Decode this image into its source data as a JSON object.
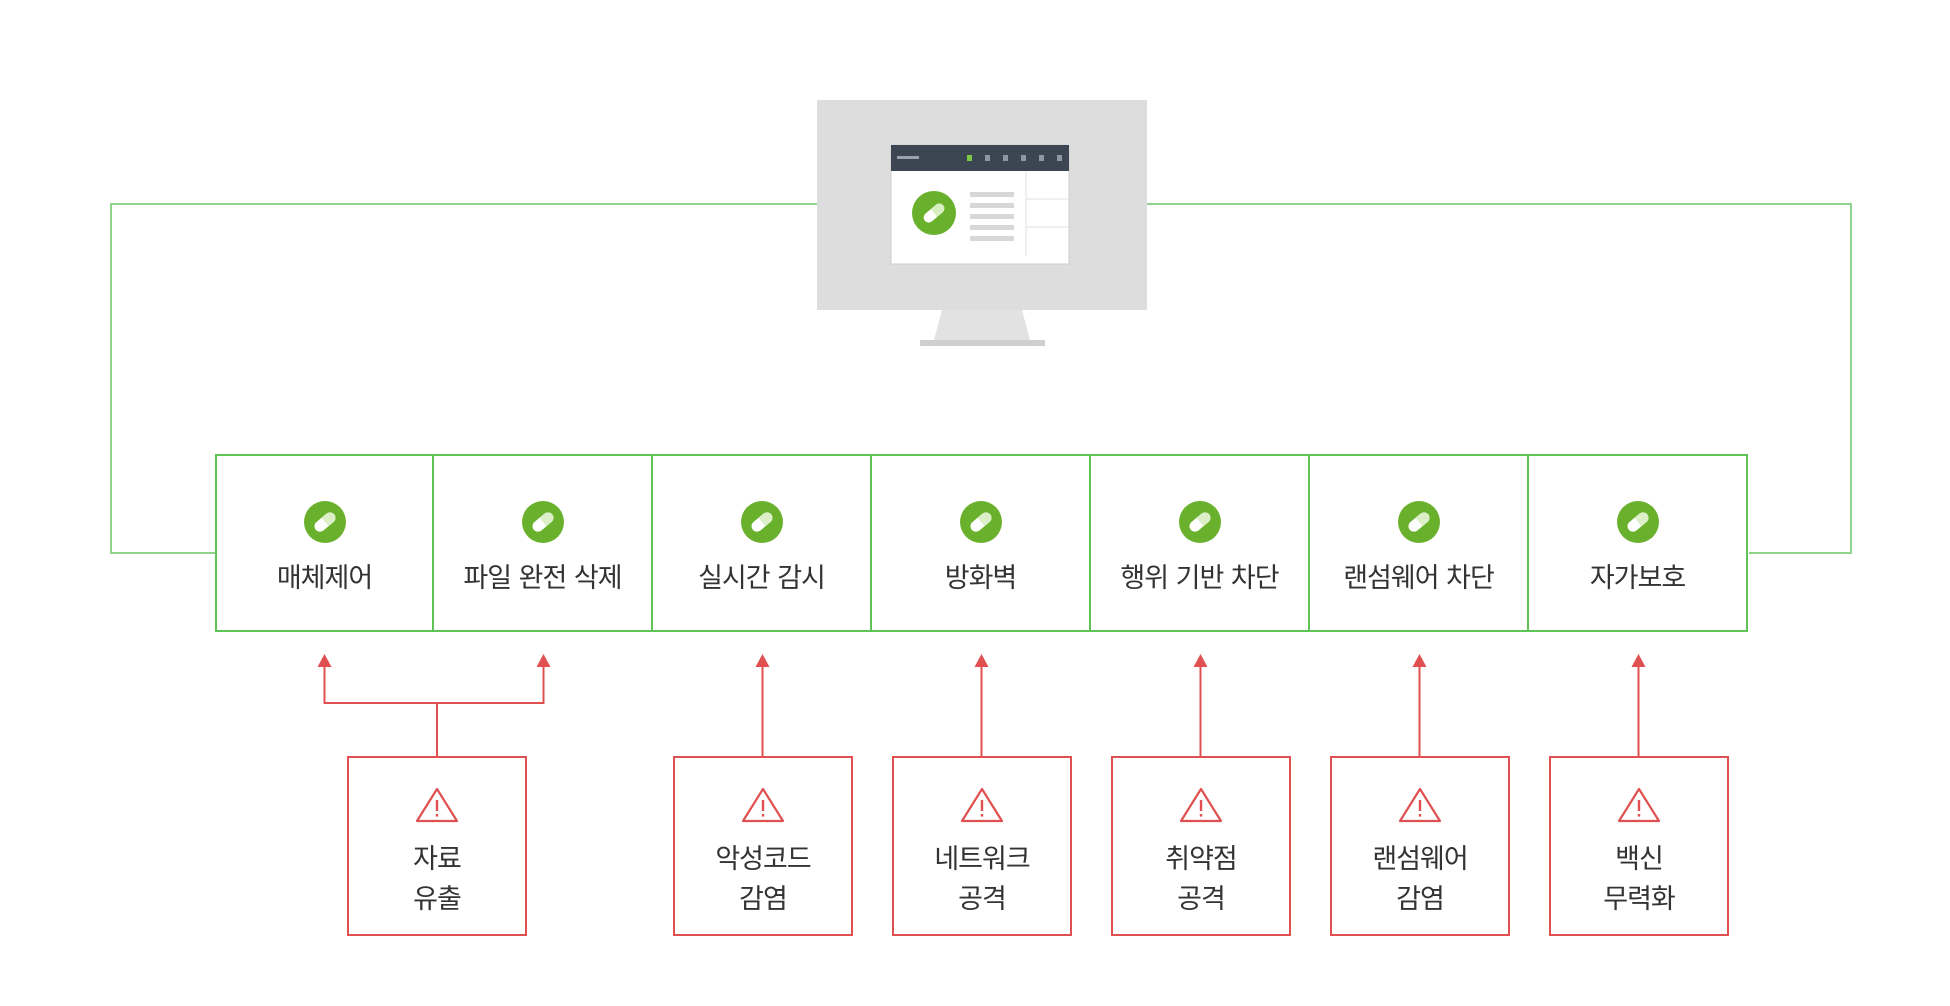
{
  "colors": {
    "green": "#5fc458",
    "red": "#e05050",
    "monitor_gray": "#dddddd",
    "icon_green": "#69b12d"
  },
  "monitor": {
    "icon": "computer-monitor-icon",
    "screen_icon": "pill-icon"
  },
  "features": [
    {
      "label": "매체제어",
      "icon": "pill-icon"
    },
    {
      "label": "파일 완전 삭제",
      "icon": "pill-icon"
    },
    {
      "label": "실시간 감시",
      "icon": "pill-icon"
    },
    {
      "label": "방화벽",
      "icon": "pill-icon"
    },
    {
      "label": "행위 기반 차단",
      "icon": "pill-icon"
    },
    {
      "label": "랜섬웨어 차단",
      "icon": "pill-icon"
    },
    {
      "label": "자가보호",
      "icon": "pill-icon"
    }
  ],
  "threats": [
    {
      "line1": "자료",
      "line2": "유출",
      "icon": "warning-icon",
      "targets": [
        0,
        1
      ]
    },
    {
      "line1": "악성코드",
      "line2": "감염",
      "icon": "warning-icon",
      "targets": [
        2
      ]
    },
    {
      "line1": "네트워크",
      "line2": "공격",
      "icon": "warning-icon",
      "targets": [
        3
      ]
    },
    {
      "line1": "취약점",
      "line2": "공격",
      "icon": "warning-icon",
      "targets": [
        4
      ]
    },
    {
      "line1": "랜섬웨어",
      "line2": "감염",
      "icon": "warning-icon",
      "targets": [
        5
      ]
    },
    {
      "line1": "백신",
      "line2": "무력화",
      "icon": "warning-icon",
      "targets": [
        6
      ]
    }
  ]
}
